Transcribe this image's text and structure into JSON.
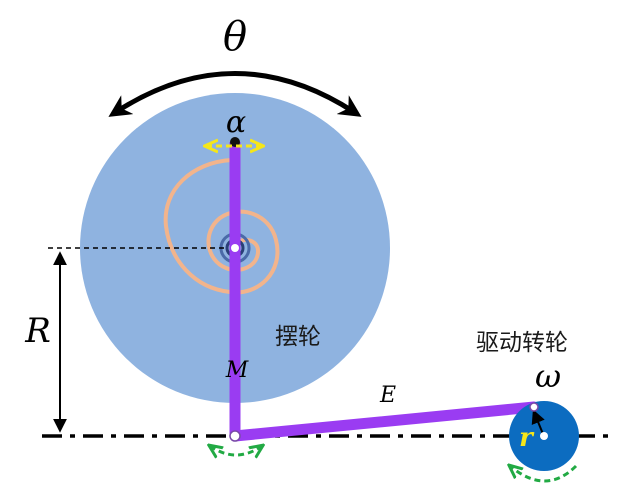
{
  "labels": {
    "theta": "θ",
    "alpha": "α",
    "radius": "R",
    "balance_wheel": "摆轮",
    "drive_wheel": "驱动转轮",
    "omega": "ω",
    "lever": "M",
    "link": "E",
    "crank": "r"
  },
  "colors": {
    "balance_wheel": "#8fb3e0",
    "drive_wheel": "#0c6cc0",
    "rod": "#9a3cf2",
    "spring": "#f2b48c",
    "yellow_arrow": "#f5e61a",
    "green_arrow": "#22aa44",
    "crank_label": "#f5e61a"
  }
}
